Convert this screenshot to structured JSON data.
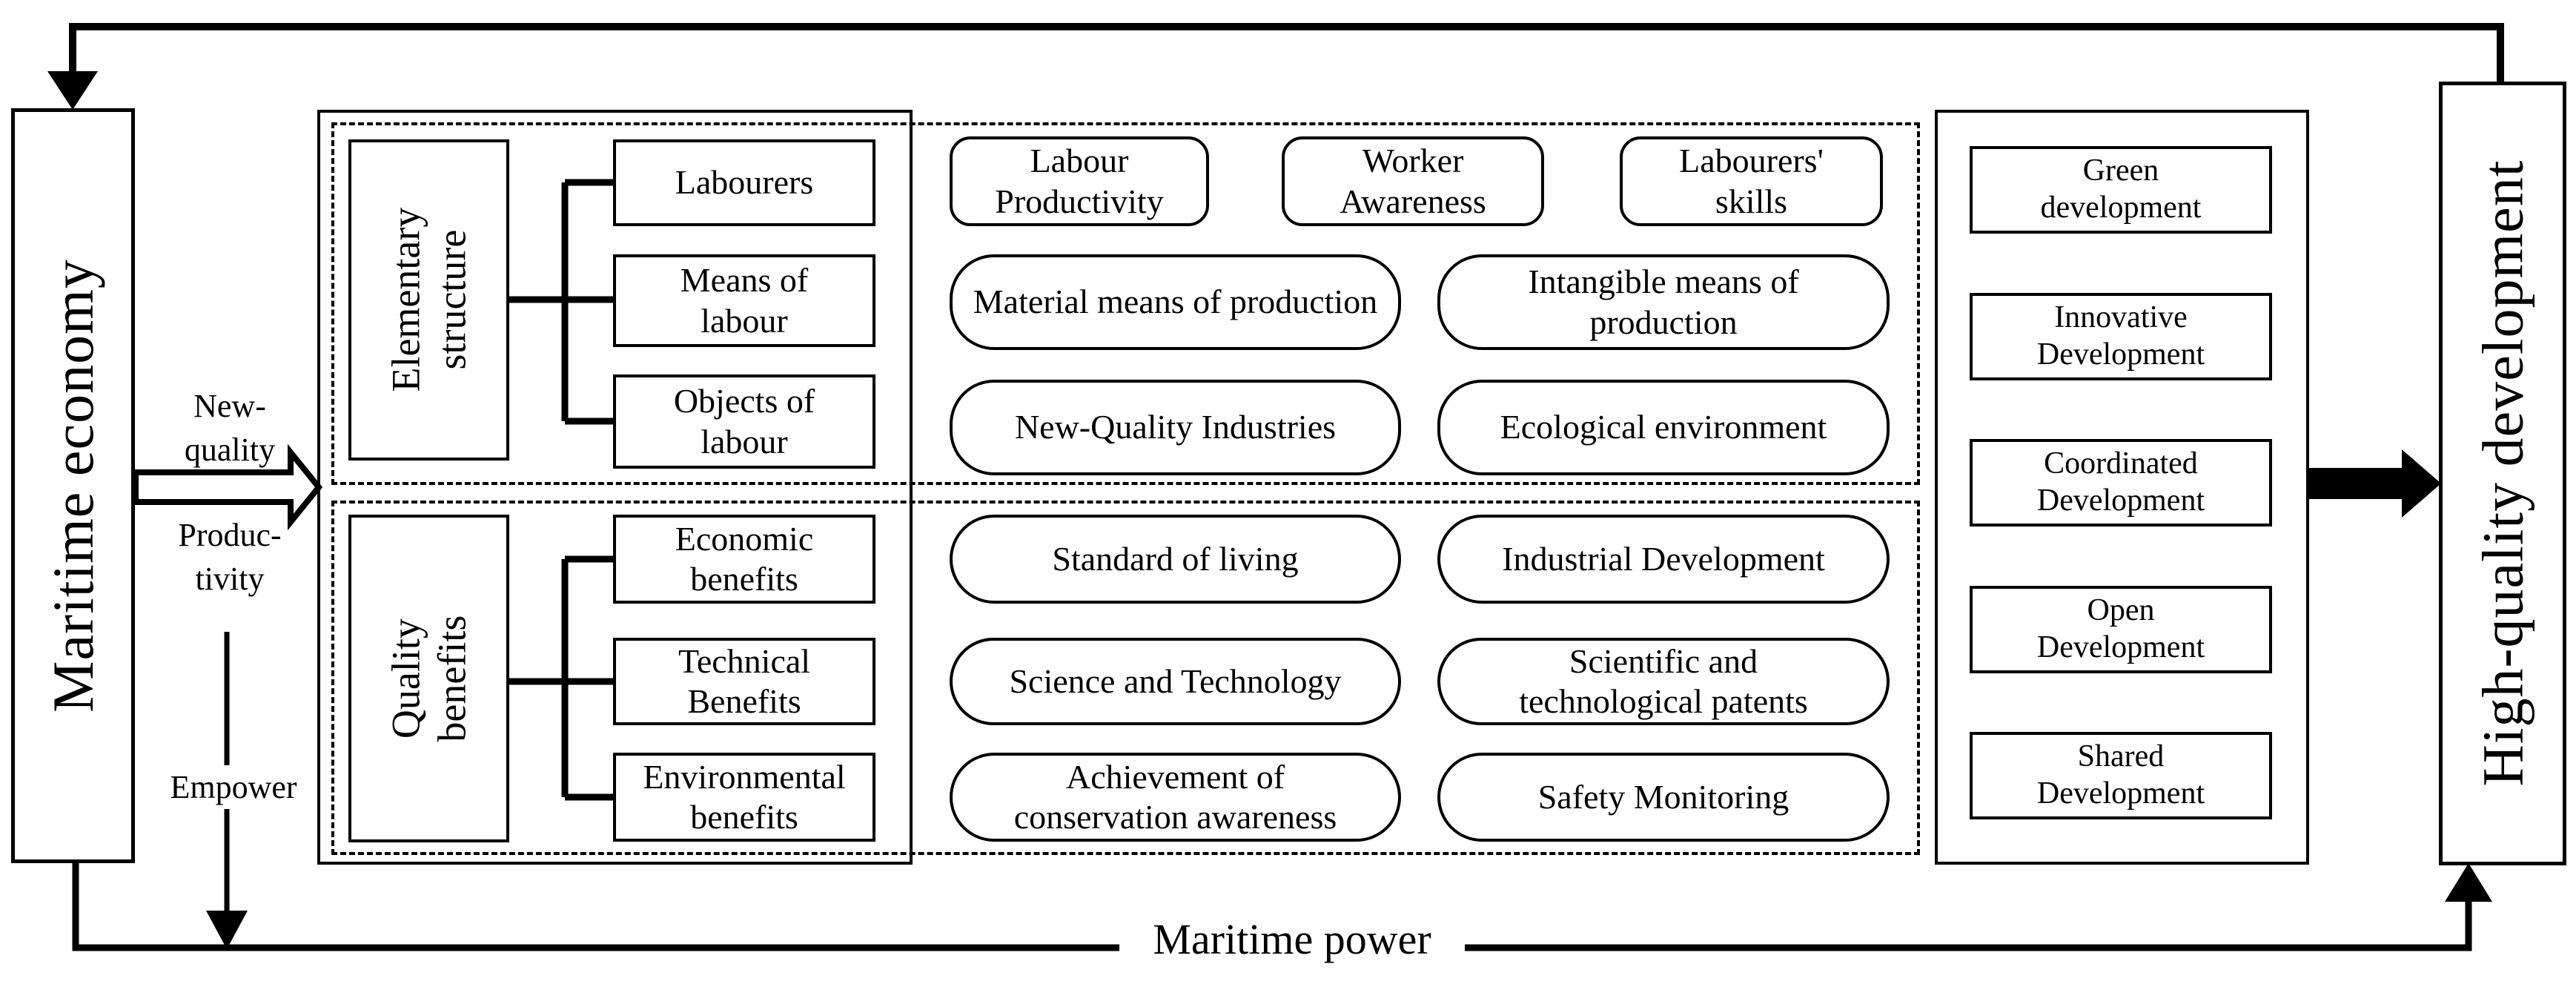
{
  "diagram": {
    "left_node": "Maritime economy",
    "right_node": "High-quality development",
    "flow": {
      "arrow_label_top": "New-\nquality",
      "arrow_label_bottom": "Produc-\ntivity",
      "empower_label": "Empower",
      "bottom_label": "Maritime power"
    },
    "elementary": {
      "title": "Elementary\nstructure",
      "items": [
        "Labourers",
        "Means of\nlabour",
        "Objects of\nlabour"
      ]
    },
    "quality": {
      "title": "Quality\nbenefits",
      "items": [
        "Economic\nbenefits",
        "Technical\nBenefits",
        "Environmental\nbenefits"
      ]
    },
    "elementary_indicators": [
      "Labour\nProductivity",
      "Worker\nAwareness",
      "Labourers'\nskills",
      "Material means of production",
      "Intangible means of\nproduction",
      "New-Quality Industries",
      "Ecological environment"
    ],
    "quality_indicators": [
      "Standard of living",
      "Industrial Development",
      "Science and Technology",
      "Scientific and\ntechnological patents",
      "Achievement of\nconservation awareness",
      "Safety Monitoring"
    ],
    "development": [
      "Green\ndevelopment",
      "Innovative\nDevelopment",
      "Coordinated\nDevelopment",
      "Open\nDevelopment",
      "Shared\nDevelopment"
    ],
    "colors": {
      "line": "#000000",
      "background": "#ffffff"
    }
  }
}
